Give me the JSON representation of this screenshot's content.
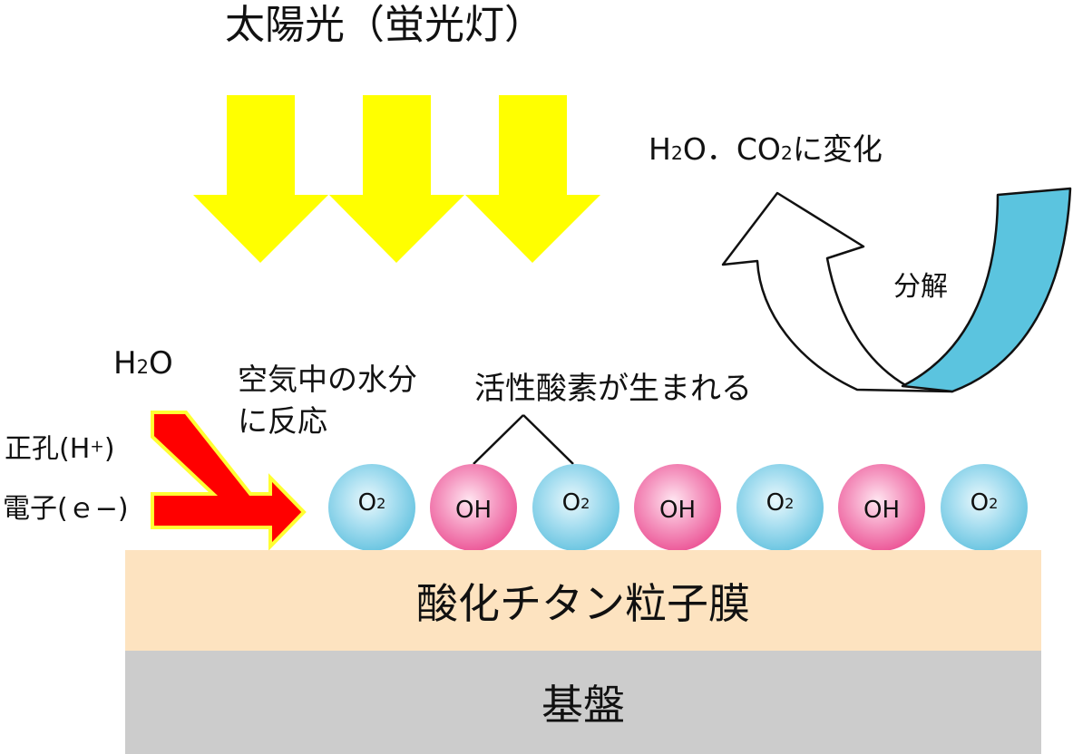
{
  "title": "太陽光（蛍光灯）",
  "result_label": {
    "parts": [
      "H",
      "2",
      "O．CO",
      "2",
      "に変化"
    ]
  },
  "decompose_label": "分解",
  "water_label": {
    "parts": [
      "H",
      "2",
      "O"
    ]
  },
  "air_moisture_label": {
    "line1": "空気中の水分",
    "line2": "に反応"
  },
  "active_oxygen_label": "活性酸素が生まれる",
  "hole_label": {
    "parts": [
      "正孔(H",
      "+",
      ")"
    ]
  },
  "electron_label": "電子(ｅ−)",
  "molecules": [
    {
      "text": "O",
      "sub": "2"
    },
    {
      "text": "OH"
    },
    {
      "text": "O",
      "sub": "2"
    },
    {
      "text": "OH"
    },
    {
      "text": "O",
      "sub": "2"
    },
    {
      "text": "OH"
    },
    {
      "text": "O",
      "sub": "2"
    }
  ],
  "layers": {
    "titanium_oxide": "酸化チタン粒子膜",
    "substrate": "基盤"
  },
  "colors": {
    "light_arrow": "#FFFF00",
    "excitation_arrow": "#FF0000",
    "excitation_arrow_outline": "#FFFF33",
    "o2": "#3FB3D6",
    "oh": "#E6287A",
    "decompose_ribbon": "#5BC4DF",
    "titanium_layer": "#FDE3C0",
    "substrate_layer": "#CCCCCC"
  }
}
